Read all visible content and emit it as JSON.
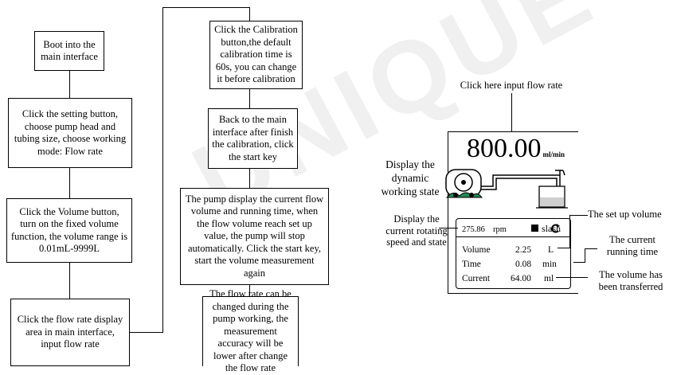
{
  "flowchart": {
    "step1": "Boot into the main interface",
    "step2": "Click the setting button, choose pump head and tubing size, choose working mode: Flow rate",
    "step3": "Click the Volume button, turn on the fixed volume function, the volume range is 0.01mL-9999L",
    "step4": "Click the flow rate display area in main interface, input flow rate",
    "step5": "Click the Calibration button,the default calibration time is 60s, you can change it before calibration",
    "step6": "Back to the main interface after finish the calibration, click the start key",
    "step7": "The pump display the current flow volume and running time, when the flow volume reach set up value, the pump will stop automatically. Click the start key, start the volume measurement again",
    "step8": "The flow rate can be changed during the pump working, the measurement accuracy will be lower after change the flow rate"
  },
  "screen": {
    "flow_value": "800.00",
    "flow_unit": "ml/min",
    "rpm_value": "275.86",
    "rpm_unit": "rpm",
    "rows": [
      {
        "label": "Volume",
        "value": "2.25",
        "unit": "L"
      },
      {
        "label": "Time",
        "value": "0.08",
        "unit": "min"
      },
      {
        "label": "Current",
        "value": "64.00",
        "unit": "ml"
      }
    ],
    "state_icons": [
      "stop-square-icon",
      "slash",
      "rotation-arrow-icon"
    ]
  },
  "annotations": {
    "flow_rate": "Click here input flow rate",
    "dynamic": "Display the dynamic working state",
    "rotating": "Display the current rotating speed and state",
    "setup_volume": "The set up volume",
    "running_time": "The current running time",
    "transferred": "The volume has been transferred"
  },
  "watermark": "UNIQUE"
}
